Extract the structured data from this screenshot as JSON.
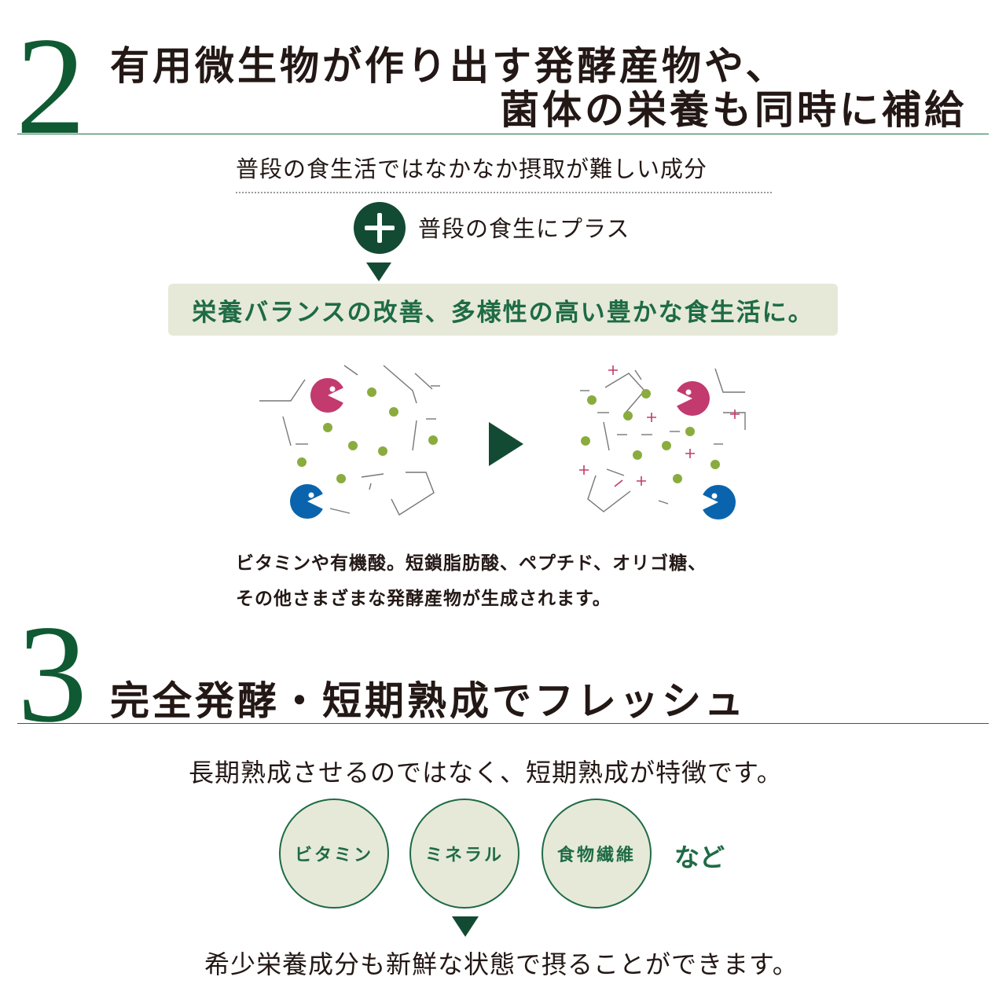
{
  "section2": {
    "number": "2",
    "title_line1": "有用微生物が作り出す発酵産物や、",
    "title_line2": "菌体の栄養も同時に補給",
    "subtitle": "普段の食生活ではなかなか摂取が難しい成分",
    "plus_label": "普段の食生にプラス",
    "banner": "栄養バランスの改善、多様性の高い豊かな食生活に。",
    "description_line1": "ビタミンや有機酸。短鎖脂肪酸、ペプチド、オリゴ糖、",
    "description_line2": "その他さまざまな発酵産物が生成されます。"
  },
  "section3": {
    "number": "3",
    "title": "完全発酵・短期熟成でフレッシュ",
    "subtitle": "長期熟成させるのではなく、短期熟成が特徴です。",
    "circles": [
      "ビタミン",
      "ミネラル",
      "食物繊維"
    ],
    "etc": "など",
    "footer": "希少栄養成分も新鮮な状態で摂ることができます。"
  },
  "colors": {
    "accent_green": "#0f5a32",
    "dark_green": "#134a33",
    "panel_beige": "#e6e9d8",
    "dot_green": "#8aac3e",
    "microbe_pink": "#c23a6e",
    "microbe_blue": "#0a64ad",
    "plus_pink": "#c23a6e"
  },
  "icons": [
    "plus-icon",
    "arrow-down-icon",
    "arrow-right-icon",
    "microbe-pink-icon",
    "microbe-blue-icon"
  ]
}
